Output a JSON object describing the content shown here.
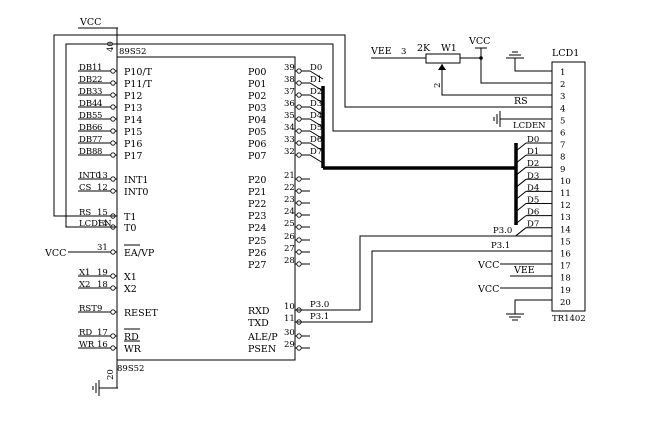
{
  "mcu": {
    "name": "89S52",
    "vcc_label": "VCC",
    "vcc_pin": "40",
    "gnd_pin": "20",
    "left_pins": [
      {
        "signal": "DB1",
        "num": "1",
        "name": "P10/T"
      },
      {
        "signal": "DB2",
        "num": "2",
        "name": "P11/T"
      },
      {
        "signal": "DB3",
        "num": "3",
        "name": "P12"
      },
      {
        "signal": "DB4",
        "num": "4",
        "name": "P13"
      },
      {
        "signal": "DB5",
        "num": "5",
        "name": "P14"
      },
      {
        "signal": "DB6",
        "num": "6",
        "name": "P15"
      },
      {
        "signal": "DB7",
        "num": "7",
        "name": "P16"
      },
      {
        "signal": "DB8",
        "num": "8",
        "name": "P17"
      },
      {
        "signal": "INT0",
        "num": "13",
        "name": "INT1"
      },
      {
        "signal": "CS",
        "num": "12",
        "name": "INT0"
      },
      {
        "signal": "RS",
        "num": "15",
        "name": "T1"
      },
      {
        "signal": "LCDEN",
        "num": "14",
        "name": "T0"
      },
      {
        "signal": "VCC",
        "num": "31",
        "name": "EA/VP"
      },
      {
        "signal": "X1",
        "num": "19",
        "name": "X1"
      },
      {
        "signal": "X2",
        "num": "18",
        "name": "X2"
      },
      {
        "signal": "RST",
        "num": "9",
        "name": "RESET"
      },
      {
        "signal": "RD",
        "num": "17",
        "name": "RD"
      },
      {
        "signal": "WR",
        "num": "16",
        "name": "WR"
      }
    ],
    "right_pins": [
      {
        "name": "P00",
        "num": "39",
        "bus": "D0"
      },
      {
        "name": "P01",
        "num": "38",
        "bus": "D1"
      },
      {
        "name": "P02",
        "num": "37",
        "bus": "D2"
      },
      {
        "name": "P03",
        "num": "36",
        "bus": "D3"
      },
      {
        "name": "P04",
        "num": "35",
        "bus": "D4"
      },
      {
        "name": "P05",
        "num": "34",
        "bus": "D5"
      },
      {
        "name": "P06",
        "num": "33",
        "bus": "D6"
      },
      {
        "name": "P07",
        "num": "32",
        "bus": "D7"
      },
      {
        "name": "P20",
        "num": "21",
        "bus": ""
      },
      {
        "name": "P21",
        "num": "22",
        "bus": ""
      },
      {
        "name": "P22",
        "num": "23",
        "bus": ""
      },
      {
        "name": "P23",
        "num": "24",
        "bus": ""
      },
      {
        "name": "P24",
        "num": "25",
        "bus": ""
      },
      {
        "name": "P25",
        "num": "26",
        "bus": ""
      },
      {
        "name": "P26",
        "num": "27",
        "bus": ""
      },
      {
        "name": "P27",
        "num": "28",
        "bus": ""
      },
      {
        "name": "RXD",
        "num": "10",
        "bus": "P3.0"
      },
      {
        "name": "TXD",
        "num": "11",
        "bus": "P3.1"
      },
      {
        "name": "ALE/P",
        "num": "30",
        "bus": ""
      },
      {
        "name": "PSEN",
        "num": "29",
        "bus": ""
      }
    ]
  },
  "pot": {
    "vee_label": "VEE",
    "vee_pin": "3",
    "value": "2K",
    "name": "W1",
    "wiper_pin": "2",
    "vcc_label": "VCC"
  },
  "lcd": {
    "name": "LCD1",
    "part": "TR1402",
    "pins": [
      "1",
      "2",
      "3",
      "4",
      "5",
      "6",
      "7",
      "8",
      "9",
      "10",
      "11",
      "12",
      "13",
      "14",
      "15",
      "16",
      "17",
      "18",
      "19",
      "20"
    ],
    "labels": {
      "rs": "RS",
      "lcden": "LCDEN",
      "data": [
        "D0",
        "D1",
        "D2",
        "D3",
        "D4",
        "D5",
        "D6",
        "D7"
      ],
      "p30": "P3.0",
      "p31": "P3.1",
      "vcc17": "VCC",
      "vee18": "VEE",
      "vcc19": "VCC"
    }
  }
}
